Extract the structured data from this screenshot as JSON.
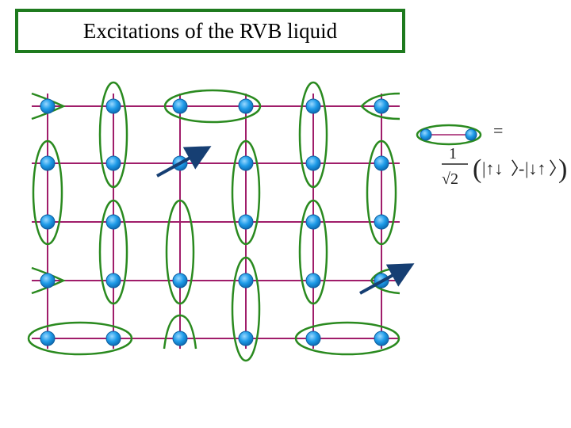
{
  "title": "Excitations of the RVB liquid",
  "colors": {
    "bond": "#a01d6a",
    "dimer": "#2a8a1f",
    "site": "#1e9be8",
    "site_stroke": "#0f5fa0",
    "arrow": "#163f73",
    "title_border": "#1e7a1e"
  },
  "legend": {
    "equals": "=",
    "numerator": "1",
    "denominator": "√2",
    "paren_open": "(",
    "ket1": "|↑↓",
    "minus": "-",
    "ket2": "|↓↑",
    "paren_close": ")"
  }
}
